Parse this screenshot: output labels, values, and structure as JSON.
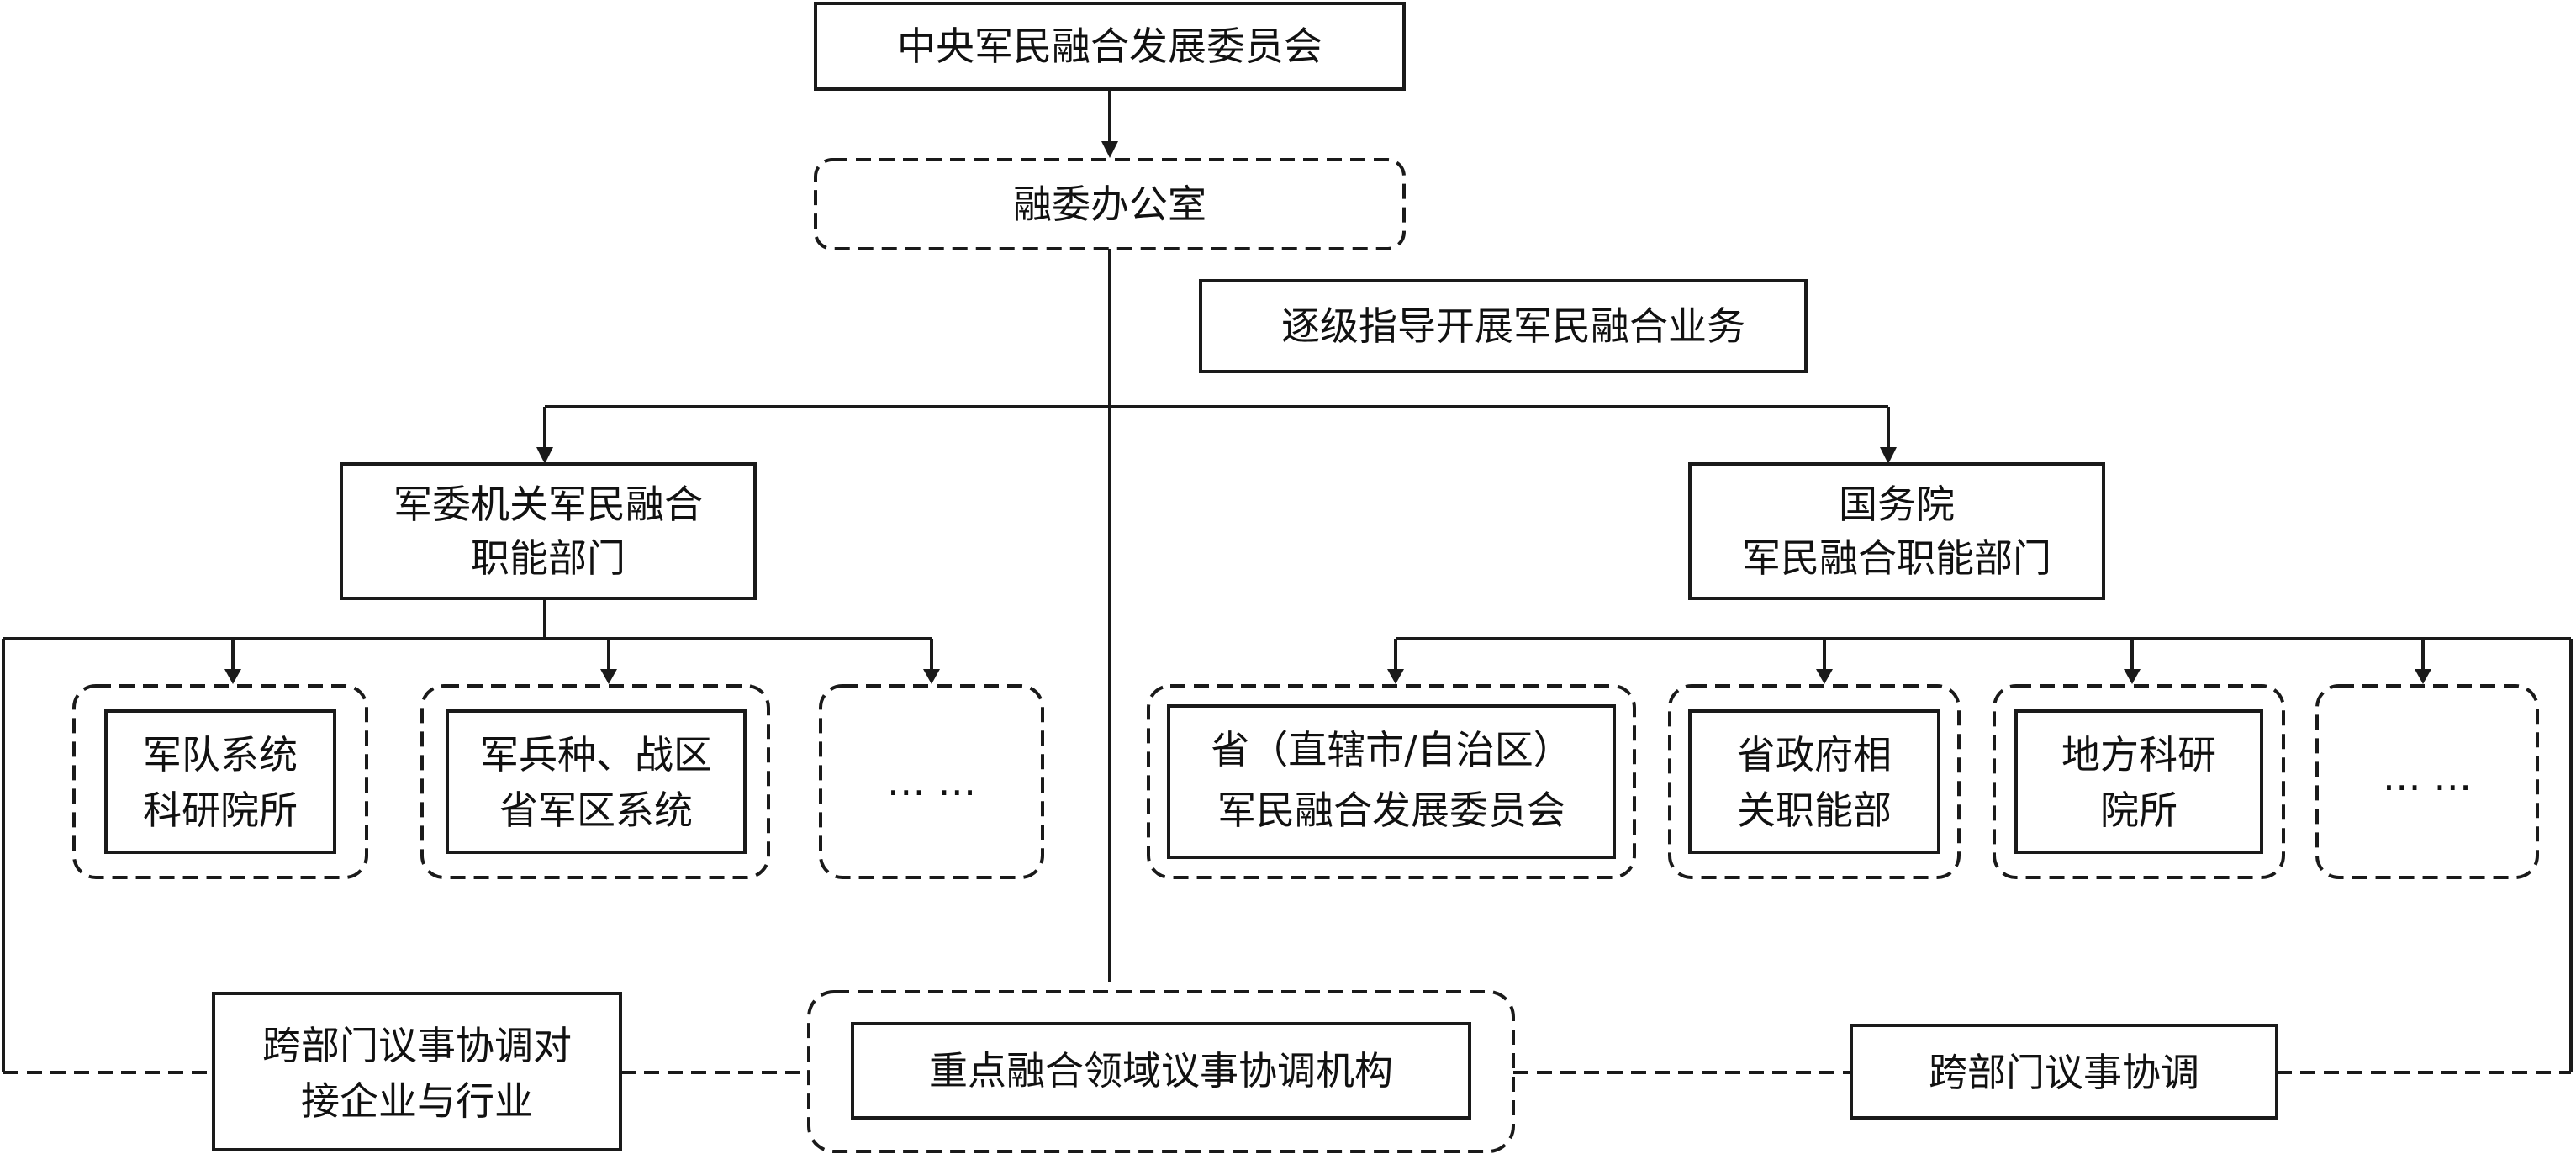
{
  "nodes": {
    "top": "中央军民融合发展委员会",
    "office": "融委办公室",
    "guide": "逐级指导开展军民融合业务",
    "military_line1": "军委机关军民融合",
    "military_line2": "职能部门",
    "state_line1": "国务院",
    "state_line2": "军民融合职能部门",
    "army_research_line1": "军队系统",
    "army_research_line2": "科研院所",
    "services_line1": "军兵种、战区",
    "services_line2": "省军区系统",
    "military_more": "… …",
    "province_line1": "省（直辖市/自治区）",
    "province_line2": "军民融合发展委员会",
    "prov_gov_line1": "省政府相",
    "prov_gov_line2": "关职能部",
    "local_research_line1": "地方科研",
    "local_research_line2": "院所",
    "state_more": "… …",
    "cross_left_line1": "跨部门议事协调对",
    "cross_left_line2": "接企业与行业",
    "key_coord": "重点融合领域议事协调机构",
    "cross_right": "跨部门议事协调"
  }
}
